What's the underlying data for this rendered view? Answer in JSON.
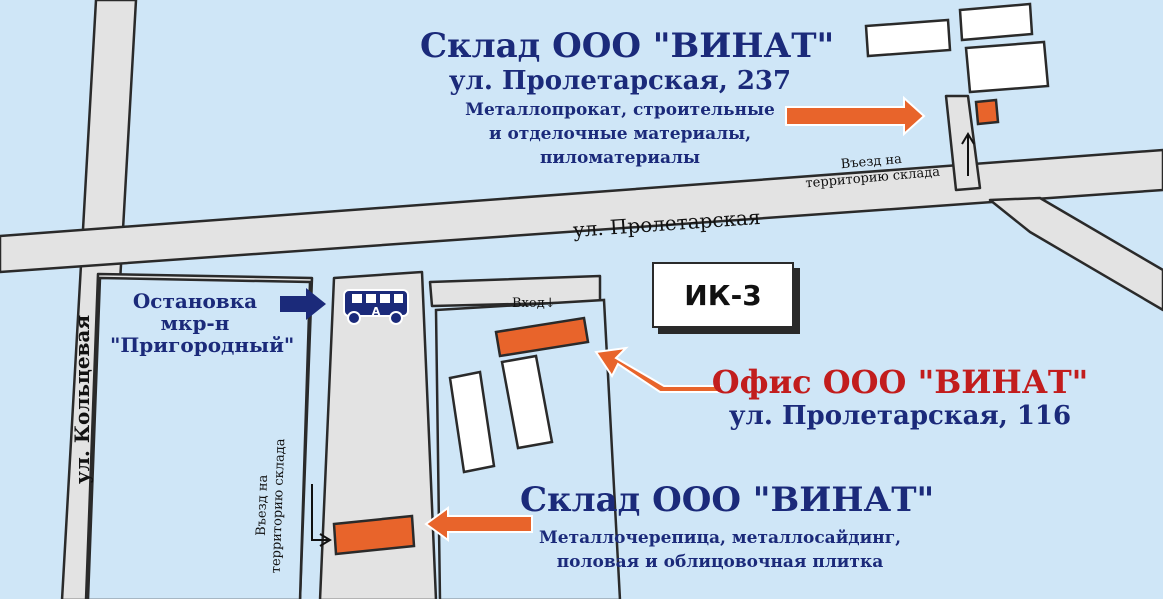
{
  "streets": {
    "proletarskaya": "ул. Пролетарская",
    "koltsevaya": "ул. Кольцевая"
  },
  "warehouse_north": {
    "title": "Склад ООО \"ВИНАТ\"",
    "address": "ул. Пролетарская, 237",
    "goods_line1": "Металлопрокат, строительные",
    "goods_line2": "и отделочные материалы,",
    "goods_line3": "пиломатериалы",
    "entry_line1": "Въезд на",
    "entry_line2": "территорию склада"
  },
  "office": {
    "title_prefix": "Офис ООО ",
    "title_quoted": "\"ВИНАТ\"",
    "address": "ул. Пролетарская, 116",
    "entrance": "Вход",
    "entrance_arrow": "↓"
  },
  "prison_block": {
    "label": "ИК-3"
  },
  "bus_stop": {
    "line1": "Остановка",
    "line2": "мкр-н",
    "line3": "\"Пригородный\"",
    "bus_letter": "А"
  },
  "warehouse_south": {
    "title": "Склад ООО \"ВИНАТ\"",
    "goods_line1": "Металлочерепица, металлосайдинг,",
    "goods_line2": "половая и облицовочная плитка",
    "entry_line1": "Въезд на",
    "entry_line2": "территорию склада"
  },
  "colors": {
    "background": "#cfe6f7",
    "road": "#e3e3e3",
    "road_edge": "#2a2a2a",
    "building": "#ffffff",
    "marker": "#e8642b",
    "label_blue": "#1b2a7a",
    "label_red": "#c21d1d"
  }
}
